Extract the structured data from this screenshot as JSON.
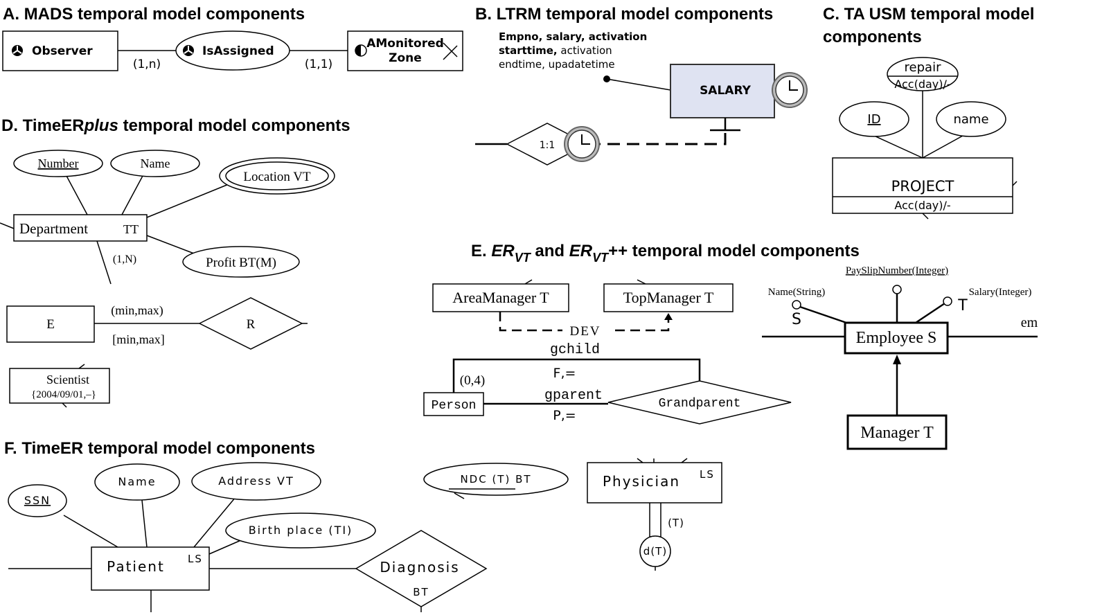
{
  "titles": {
    "a": "A. MADS temporal model components",
    "b": "B. LTRM temporal model components",
    "c1": "C. TA USM temporal model",
    "c2": "components",
    "d_pre": "D. TimeER",
    "d_ital": "plus",
    "d_post": " temporal model components",
    "e_pre": "E. ",
    "e_er1": "ER",
    "e_vt1": "VT",
    "e_and": " and ",
    "e_er2": "ER",
    "e_vt2": "VT",
    "e_post": "++ temporal model components",
    "f": "F. TimeER temporal model components"
  },
  "a": {
    "observer": "Observer",
    "isassigned": "IsAssigned",
    "zone1": "AMonitored",
    "zone2": "Zone",
    "card_left": "(1,n)",
    "card_right": "(1,1)"
  },
  "b": {
    "attr1": "Empno, salary, activation",
    "attr2b": "starttime,",
    "attr2": " activation",
    "attr3": "endtime, upadatetime",
    "salary": "SALARY",
    "ratio": "1:1"
  },
  "c": {
    "repair": "repair",
    "acc_attr": "Acc(day)/-",
    "id": "ID",
    "name": "name",
    "project": "PROJECT",
    "acc_entity": "Acc(day)/-"
  },
  "d": {
    "number": "Number",
    "name": "Name",
    "location": "Location  VT",
    "department": "Department",
    "dept_tt": "TT",
    "profit": "Profit  BT(M)",
    "card": "(1,N)",
    "e": "E",
    "r": "R",
    "minmax1": "(min,max)",
    "minmax2": "[min,max]",
    "scientist": "Scientist",
    "scientist_date": "{2004/09/01,–}"
  },
  "e": {
    "areamanager": "AreaManager T",
    "topmanager": "TopManager T",
    "dev": "DEV",
    "gchild": "gchild",
    "card04": "(0,4)",
    "f_eq": "F,=",
    "person": "Person",
    "gparent": "gparent",
    "p_eq": "P,=",
    "grandparent": "Grandparent",
    "payslip": "PaySlipNumber(Integer)",
    "name_string": "Name(String)",
    "s_mark": "S",
    "salary_int": "Salary(Integer)",
    "t_mark": "T",
    "employee": "Employee S",
    "em": "em",
    "manager": "Manager  T"
  },
  "f": {
    "ssn": "SSN",
    "name": "Name",
    "address": "Address  VT",
    "birthplace": "Birth place  (TI)",
    "patient": "Patient",
    "patient_ls": "LS",
    "diagnosis": "Diagnosis",
    "diagnosis_bt": "BT",
    "ndc": "NDC  (T)  BT",
    "physician": "Physician",
    "physician_ls": "LS",
    "t_card": "(T)",
    "dt": "d(T)"
  }
}
